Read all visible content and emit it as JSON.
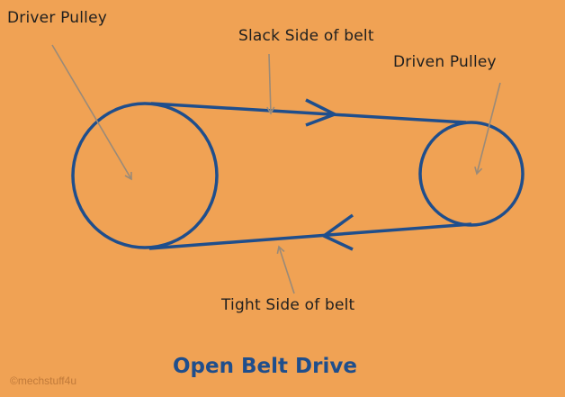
{
  "labels": {
    "driver_pulley": "Driver Pulley",
    "slack_side": "Slack Side of belt",
    "driven_pulley": "Driven Pulley",
    "tight_side": "Tight Side of belt"
  },
  "title": "Open Belt Drive",
  "credit": "©mechstuff4u",
  "colors": {
    "background": "#F0A254",
    "belt": "#1F4E8C",
    "leader": "#9A8A78",
    "title": "#1F4E8C",
    "text": "#1F1F1F"
  }
}
